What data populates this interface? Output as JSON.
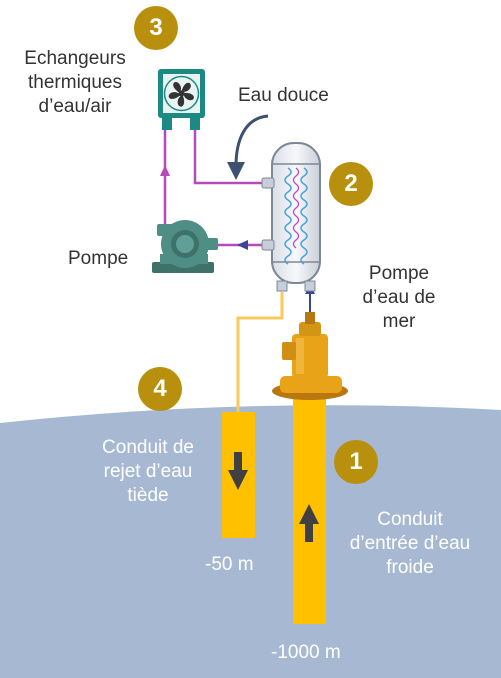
{
  "colors": {
    "sea": "#a7b9d2",
    "pipe": "#ffc000",
    "pipe_light": "#f8c85a",
    "badge": "#b8900e",
    "freshwater_circuit": "#b64ab8",
    "seawater_flow": "#39459a",
    "equipment_green": "#4e8e84",
    "exchanger_teal": "#1c8a83",
    "pump_orange": "#e8a318"
  },
  "badges": [
    "1",
    "2",
    "3",
    "4"
  ],
  "labels": {
    "air_exchangers": [
      "Echangeurs",
      "thermiques",
      "d’eau/air"
    ],
    "fresh_water": "Eau douce",
    "pump": "Pompe",
    "seawater_pump": [
      "Pompe",
      "d’eau de",
      "mer"
    ],
    "warm_discharge": [
      "Conduit de",
      "rejet d’eau",
      "tiède"
    ],
    "cold_intake": [
      "Conduit",
      "d’entrée d’eau",
      "froide"
    ],
    "depth_discharge": "-50 m",
    "depth_intake": "-1000 m"
  },
  "icons": {
    "fan": "fan-icon",
    "arrow_down": "arrow-down-icon",
    "arrow_up": "arrow-up-icon"
  }
}
